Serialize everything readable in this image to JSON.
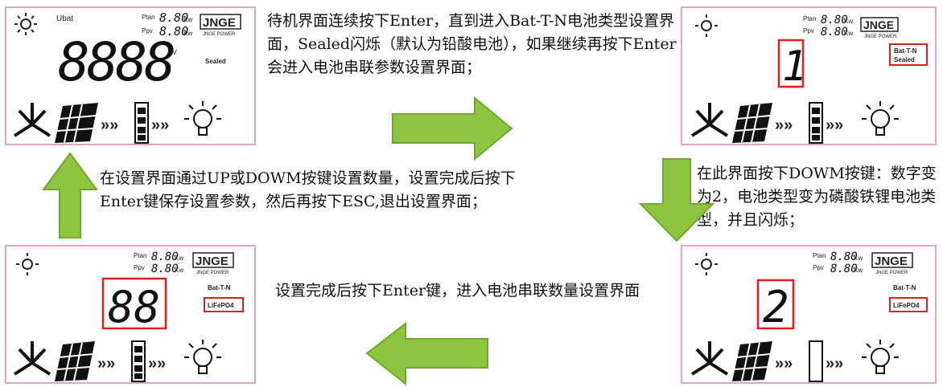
{
  "panels": {
    "tl": {
      "ubat": "Ubat",
      "digits": "8888",
      "unit": "V",
      "status": "Sealed",
      "ptan": "Ptan",
      "ppv": "Ppv",
      "pval": "8.80",
      "kw": "Kw",
      "logo": "JNGE",
      "logo_sub": "JNGE POWER"
    },
    "tr": {
      "digit": "1",
      "ptan": "Ptan",
      "ppv": "Ppv",
      "pval": "8.80",
      "kw": "Kw",
      "logo": "JNGE",
      "logo_sub": "JNGE POWER",
      "battype": "Bat-T-N",
      "status": "Sealed"
    },
    "br": {
      "digit": "2",
      "ptan": "Ptan",
      "ppv": "Ppv",
      "pval": "8.80",
      "kw": "Kw",
      "logo": "JNGE",
      "logo_sub": "JNGE POWER",
      "battype": "Bat-T-N",
      "status": "LiFePO4"
    },
    "bl": {
      "digit": "88",
      "ptan": "Ptan",
      "ppv": "Ppv",
      "pval": "8.80",
      "kw": "Kw",
      "logo": "JNGE",
      "logo_sub": "JNGE POWER",
      "battype": "Bat-T-N",
      "status": "LiFePO4"
    }
  },
  "captions": {
    "top": "待机界面连续按下Enter，直到进入Bat-T-N电池类型设置界面，Sealed闪烁（默认为铅酸电池），如果继续再按下Enter会进入电池串联参数设置界面；",
    "right": "在此界面按下DOWM按键：数字变为2，电池类型变为磷酸铁锂电池类型，并且闪烁；",
    "bottom": "设置完成后按下Enter键，进入电池串联数量设置界面",
    "left": "在设置界面通过UP或DOWM按键设置数量，设置完成后按下Enter键保存设置参数，然后再按下ESC,退出设置界面；"
  },
  "colors": {
    "arrow": "#8cc63f",
    "highlight": "#e02020",
    "panel_border": "#d9a6cf"
  }
}
